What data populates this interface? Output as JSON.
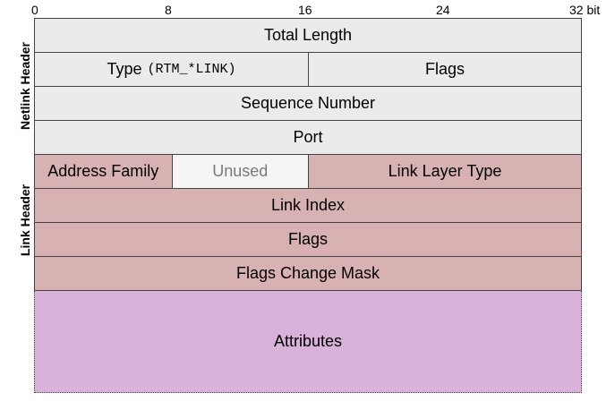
{
  "colors": {
    "netlink": "#ebebeb",
    "link": "#d8b2b2",
    "unused": "#f5f5f5",
    "unused_text": "#7a7a7a",
    "attributes": "#d9b2da"
  },
  "bit_axis": {
    "ticks": [
      "0",
      "8",
      "16",
      "24",
      "32 bit"
    ]
  },
  "sections": {
    "netlink_header": "Netlink Header",
    "link_header": "Link Header"
  },
  "fields": {
    "total_length": "Total Length",
    "type": "Type",
    "type_value": "(RTM_*LINK)",
    "flags_netlink": "Flags",
    "sequence_number": "Sequence Number",
    "port": "Port",
    "address_family": "Address Family",
    "unused": "Unused",
    "link_layer_type": "Link Layer Type",
    "link_index": "Link Index",
    "flags_link": "Flags",
    "flags_change_mask": "Flags Change Mask",
    "attributes": "Attributes"
  }
}
